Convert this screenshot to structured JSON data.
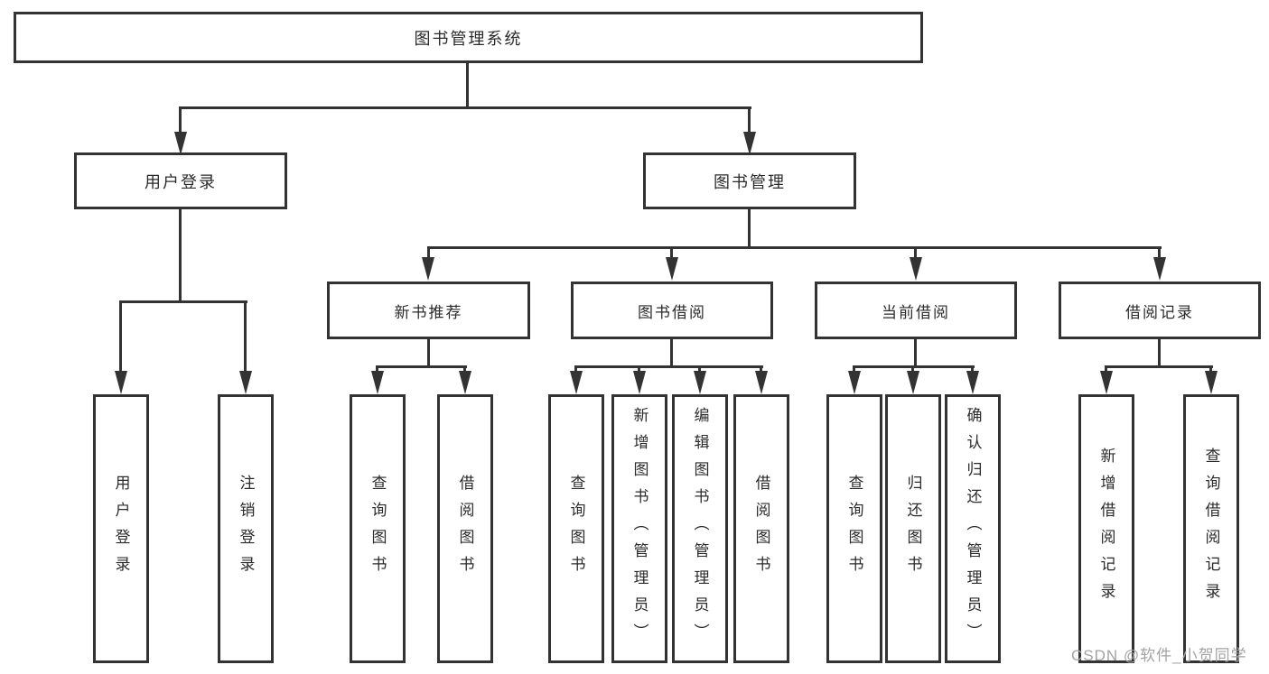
{
  "diagram": {
    "root": {
      "label": "图书管理系统"
    },
    "level2": [
      {
        "label": "用户登录"
      },
      {
        "label": "图书管理"
      }
    ],
    "level3": [
      {
        "label": "新书推荐"
      },
      {
        "label": "图书借阅"
      },
      {
        "label": "当前借阅"
      },
      {
        "label": "借阅记录"
      }
    ],
    "leaves": {
      "user_login": [
        {
          "label": "用户登录"
        },
        {
          "label": "注销登录"
        }
      ],
      "new_book_recommend": [
        {
          "label": "查询图书"
        },
        {
          "label": "借阅图书"
        }
      ],
      "book_borrow": [
        {
          "label": "查询图书"
        },
        {
          "label": "新增图书（管理员）"
        },
        {
          "label": "编辑图书（管理员）"
        },
        {
          "label": "借阅图书"
        }
      ],
      "current_borrow": [
        {
          "label": "查询图书"
        },
        {
          "label": "归还图书"
        },
        {
          "label": "确认归还（管理员）"
        }
      ],
      "borrow_record": [
        {
          "label": "新增借阅记录"
        },
        {
          "label": "查询借阅记录"
        }
      ]
    }
  },
  "watermark": {
    "text": "CSDN @软件_小贺同学"
  },
  "colors": {
    "line": "#333333",
    "text": "#2b2b2b",
    "watermark": "#a3a3a3",
    "background": "#ffffff"
  }
}
